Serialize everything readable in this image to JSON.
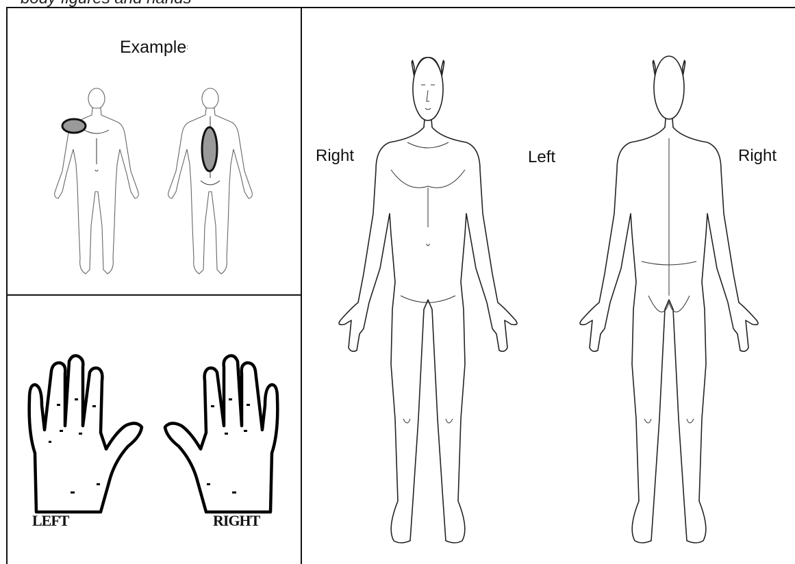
{
  "page": {
    "heading": "body figures and hands"
  },
  "example_panel": {
    "title": "Example",
    "title_mark": ":",
    "marked_regions": [
      "right-shoulder-front",
      "mid-back"
    ],
    "mark_color": "#9a9a9a"
  },
  "hands_panel": {
    "left_label": "LEFT",
    "right_label": "RIGHT"
  },
  "body_panel": {
    "front_right_label": "Right",
    "front_left_label": "Left",
    "back_right_label": "Right"
  }
}
